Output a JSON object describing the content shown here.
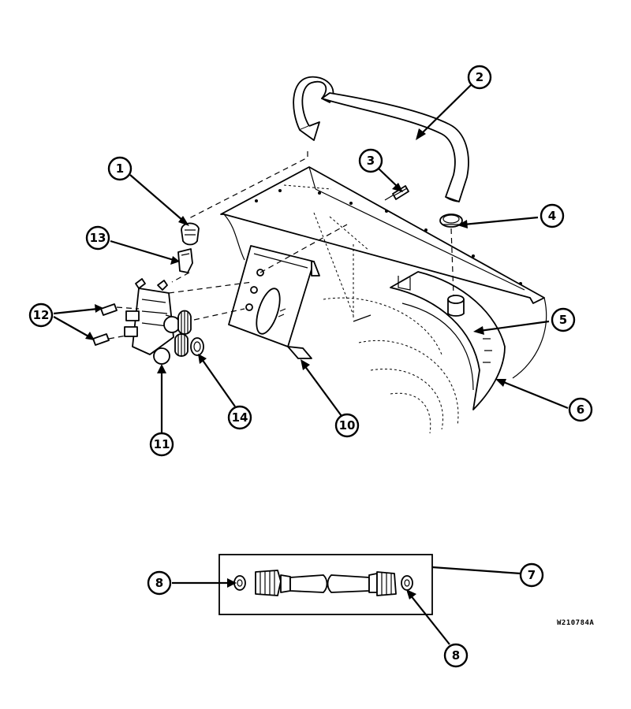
{
  "drawing_code": "W210784A",
  "callouts": [
    {
      "id": "c1",
      "label": "1"
    },
    {
      "id": "c2",
      "label": "2"
    },
    {
      "id": "c3",
      "label": "3"
    },
    {
      "id": "c4",
      "label": "4"
    },
    {
      "id": "c5",
      "label": "5"
    },
    {
      "id": "c6",
      "label": "6"
    },
    {
      "id": "c7",
      "label": "7"
    },
    {
      "id": "c8a",
      "label": "8"
    },
    {
      "id": "c8b",
      "label": "8"
    },
    {
      "id": "c10",
      "label": "10"
    },
    {
      "id": "c11",
      "label": "11"
    },
    {
      "id": "c12",
      "label": "12"
    },
    {
      "id": "c13",
      "label": "13"
    },
    {
      "id": "c14",
      "label": "14"
    }
  ]
}
